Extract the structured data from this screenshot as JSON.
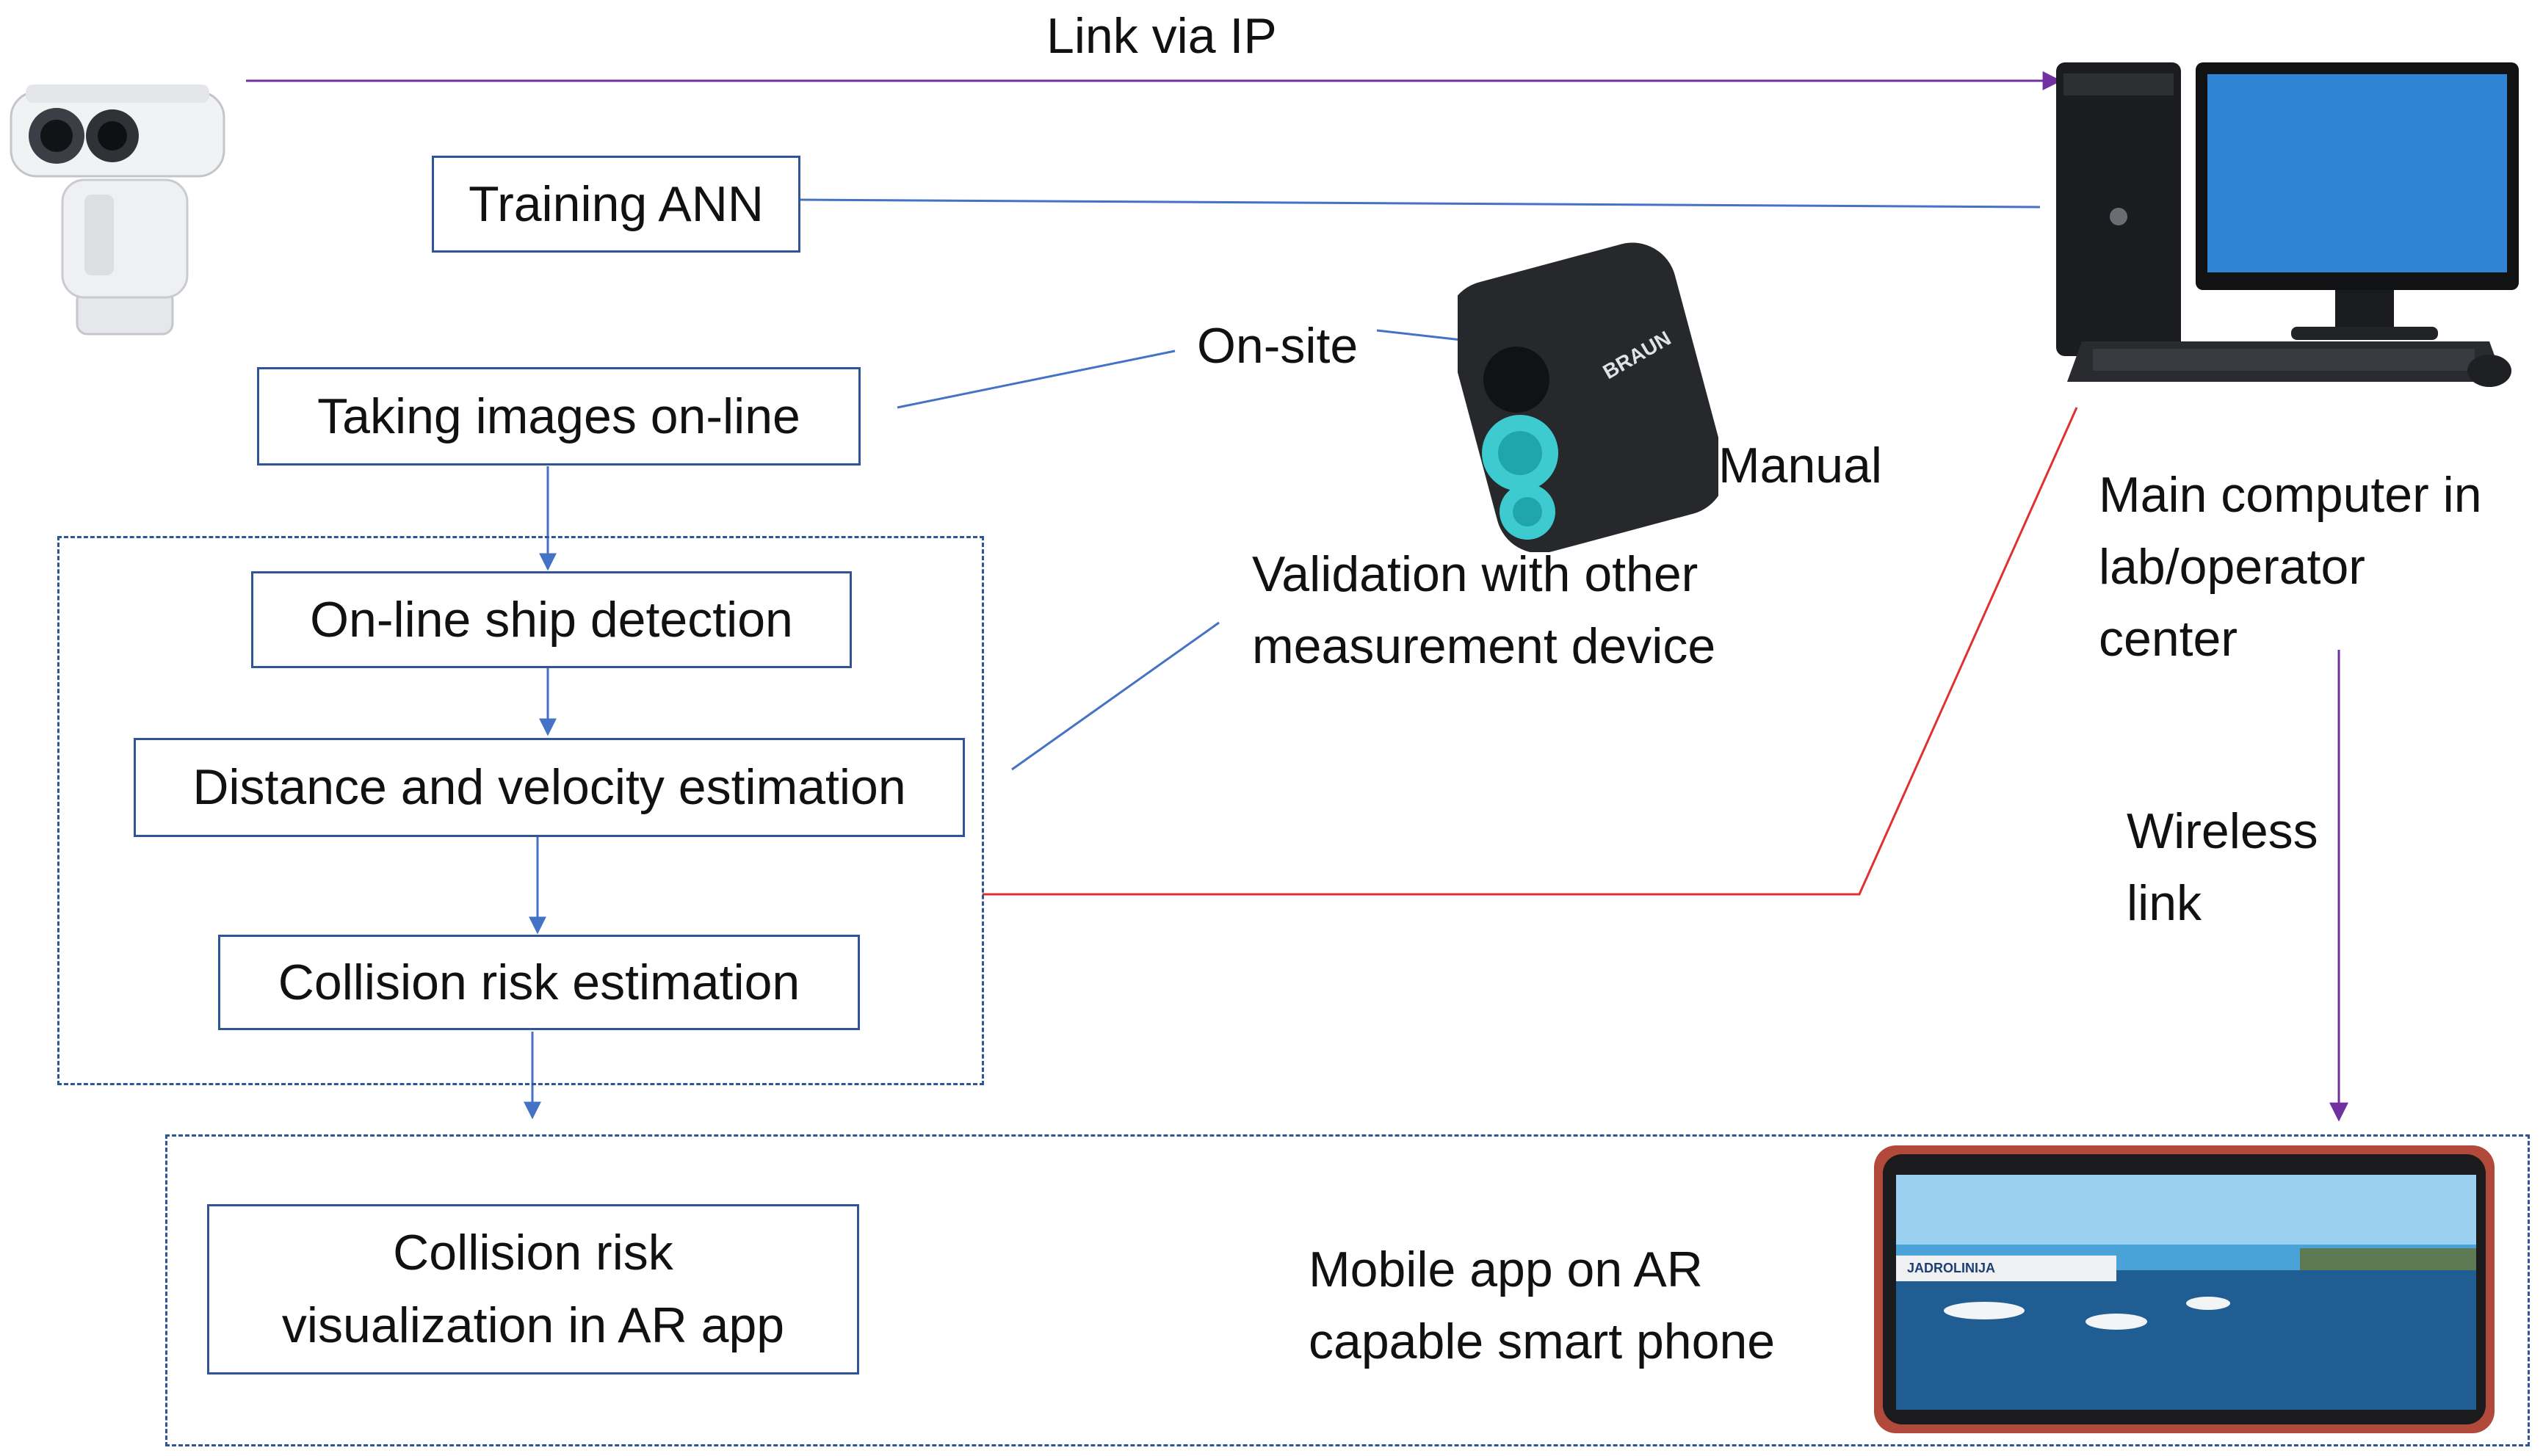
{
  "diagram": {
    "boxes": {
      "training_ann": "Training ANN",
      "taking_images": "Taking images on-line",
      "ship_detection": "On-line ship detection",
      "distance_velocity": "Distance and velocity estimation",
      "collision_risk": "Collision risk estimation",
      "visualization_line1": "Collision risk",
      "visualization_line2": "visualization in AR app"
    },
    "labels": {
      "link_via_ip": "Link via IP",
      "on_site": "On-site",
      "manual": "Manual",
      "validation_line1": "Validation with other",
      "validation_line2": "measurement device",
      "main_computer_line1": "Main computer in",
      "main_computer_line2": "lab/operator",
      "main_computer_line3": "center",
      "wireless_line1": "Wireless",
      "wireless_line2": "link",
      "mobile_line1": "Mobile app on AR",
      "mobile_line2": "capable smart phone"
    },
    "device_text": {
      "rangefinder_brand": "BRAUN",
      "phone_banner": "JADROLINIJA"
    },
    "colors": {
      "box_border": "#2f5597",
      "blue_arrow": "#4472c4",
      "purple_arrow": "#7030a0",
      "red_line": "#e03030"
    }
  }
}
